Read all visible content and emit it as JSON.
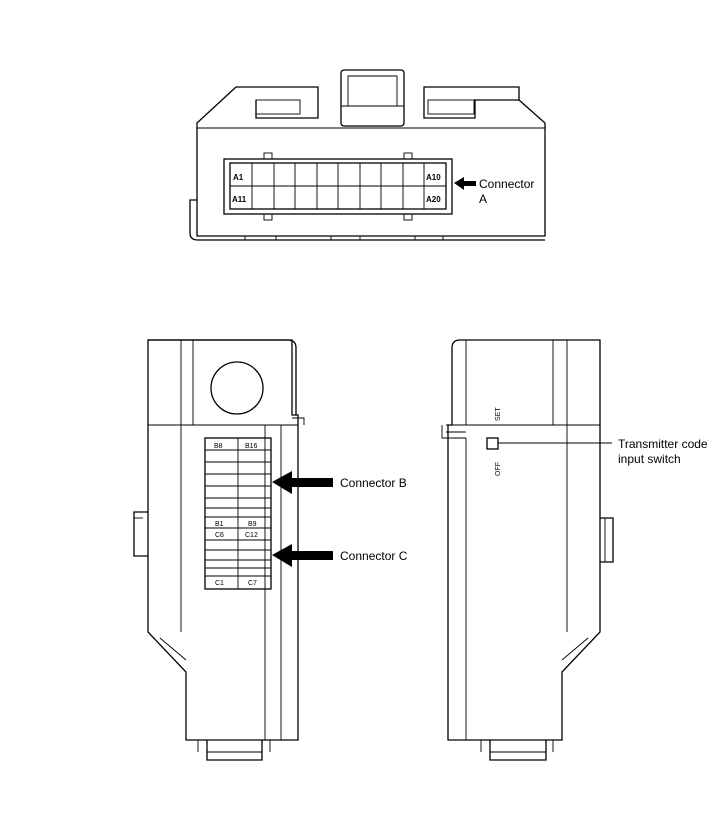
{
  "connector_a": {
    "label_line1": "Connector",
    "label_line2": "A",
    "pins": {
      "top_left": "A1",
      "top_right": "A10",
      "bottom_left": "A11",
      "bottom_right": "A20"
    }
  },
  "connector_b": {
    "label": "Connector B",
    "pins": {
      "top_left": "B8",
      "top_right": "B16",
      "bottom_left": "B1",
      "bottom_right": "B9"
    }
  },
  "connector_c": {
    "label": "Connector C",
    "pins": {
      "top_left": "C6",
      "top_right": "C12",
      "bottom_left": "C1",
      "bottom_right": "C7"
    }
  },
  "switch": {
    "set_label": "SET",
    "off_label": "OFF",
    "label_line1": "Transmitter code",
    "label_line2": "input switch"
  }
}
